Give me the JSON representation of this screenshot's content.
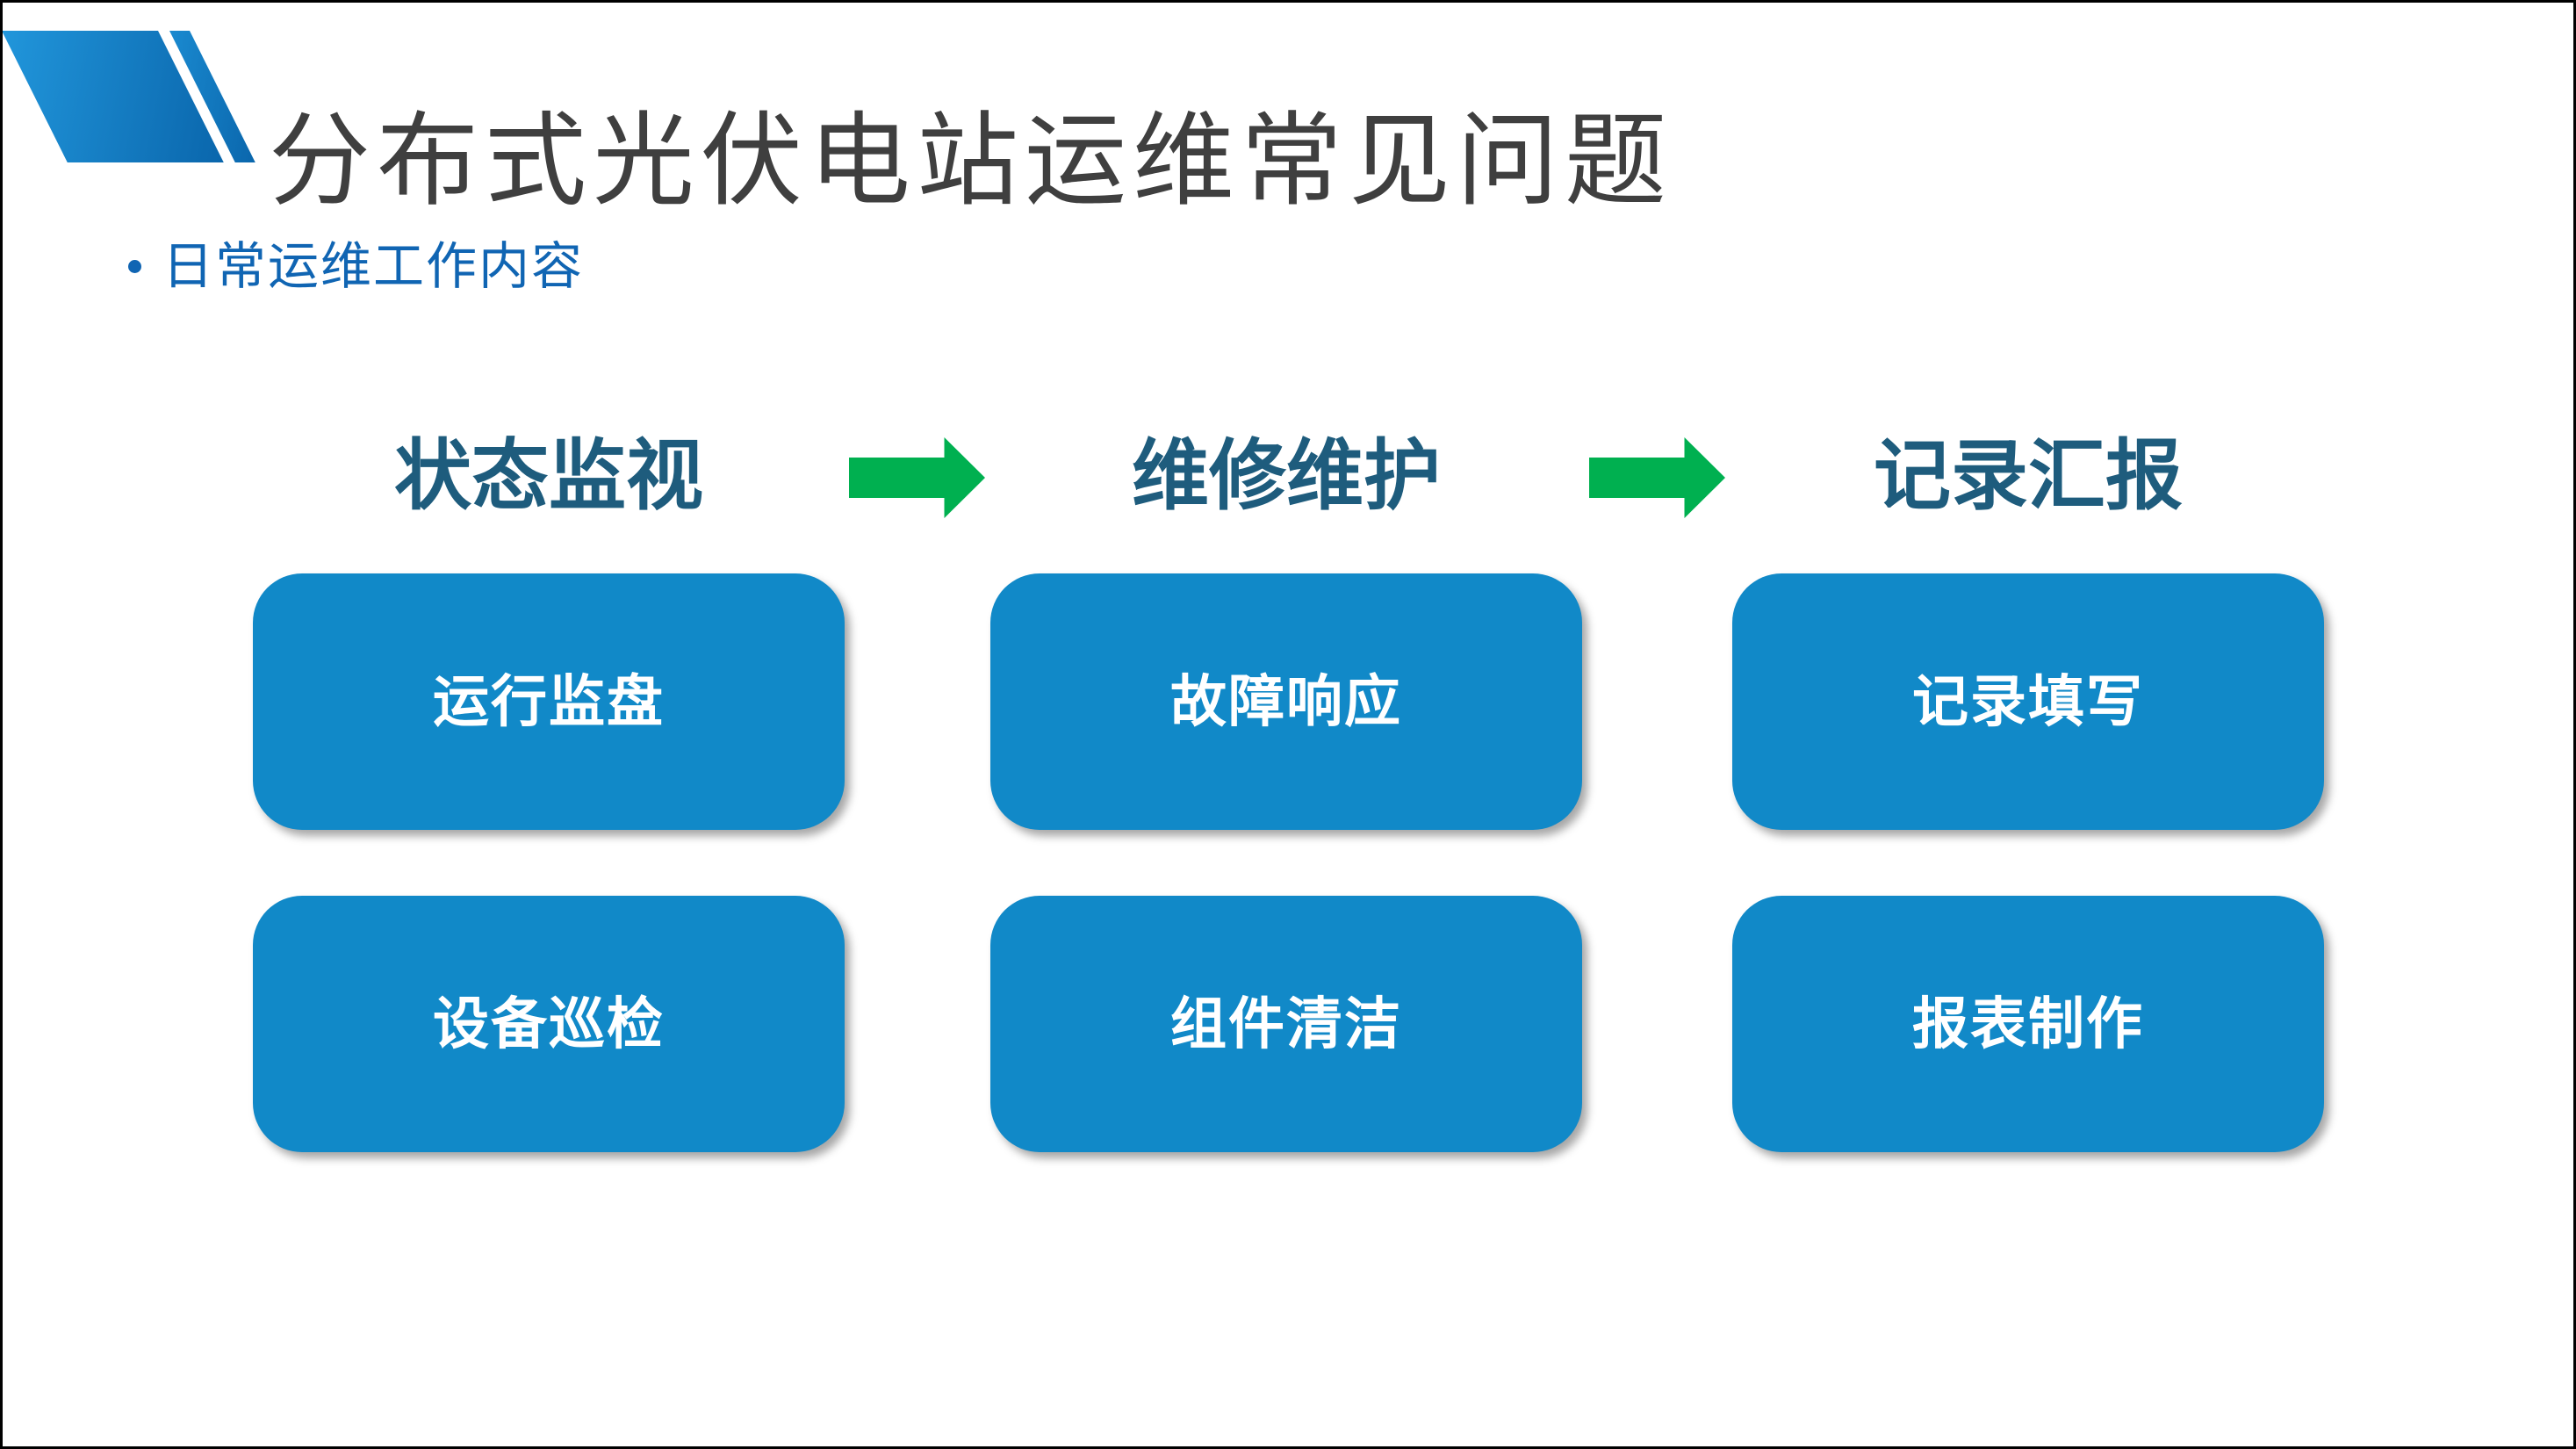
{
  "slide": {
    "title": "分布式光伏电站运维常见问题",
    "bullet_text": "日常运维工作内容"
  },
  "flow": {
    "columns": [
      {
        "header": "状态监视",
        "boxes": [
          "运行监盘",
          "设备巡检"
        ]
      },
      {
        "header": "维修维护",
        "boxes": [
          "故障响应",
          "组件清洁"
        ]
      },
      {
        "header": "记录汇报",
        "boxes": [
          "记录填写",
          "报表制作"
        ]
      }
    ]
  },
  "icons": {
    "bullet": "dot-bullet",
    "flow_arrow": "green-right-arrow"
  },
  "colors": {
    "box_fill": "#1189C8",
    "header_text": "#1E5C7D",
    "arrow_green": "#00B050",
    "title_text": "#3F3F3F",
    "bullet_text": "#1065B3",
    "logo_blue_light": "#2196DB",
    "logo_blue_dark": "#0A66AC",
    "frame_border": "#000000"
  }
}
